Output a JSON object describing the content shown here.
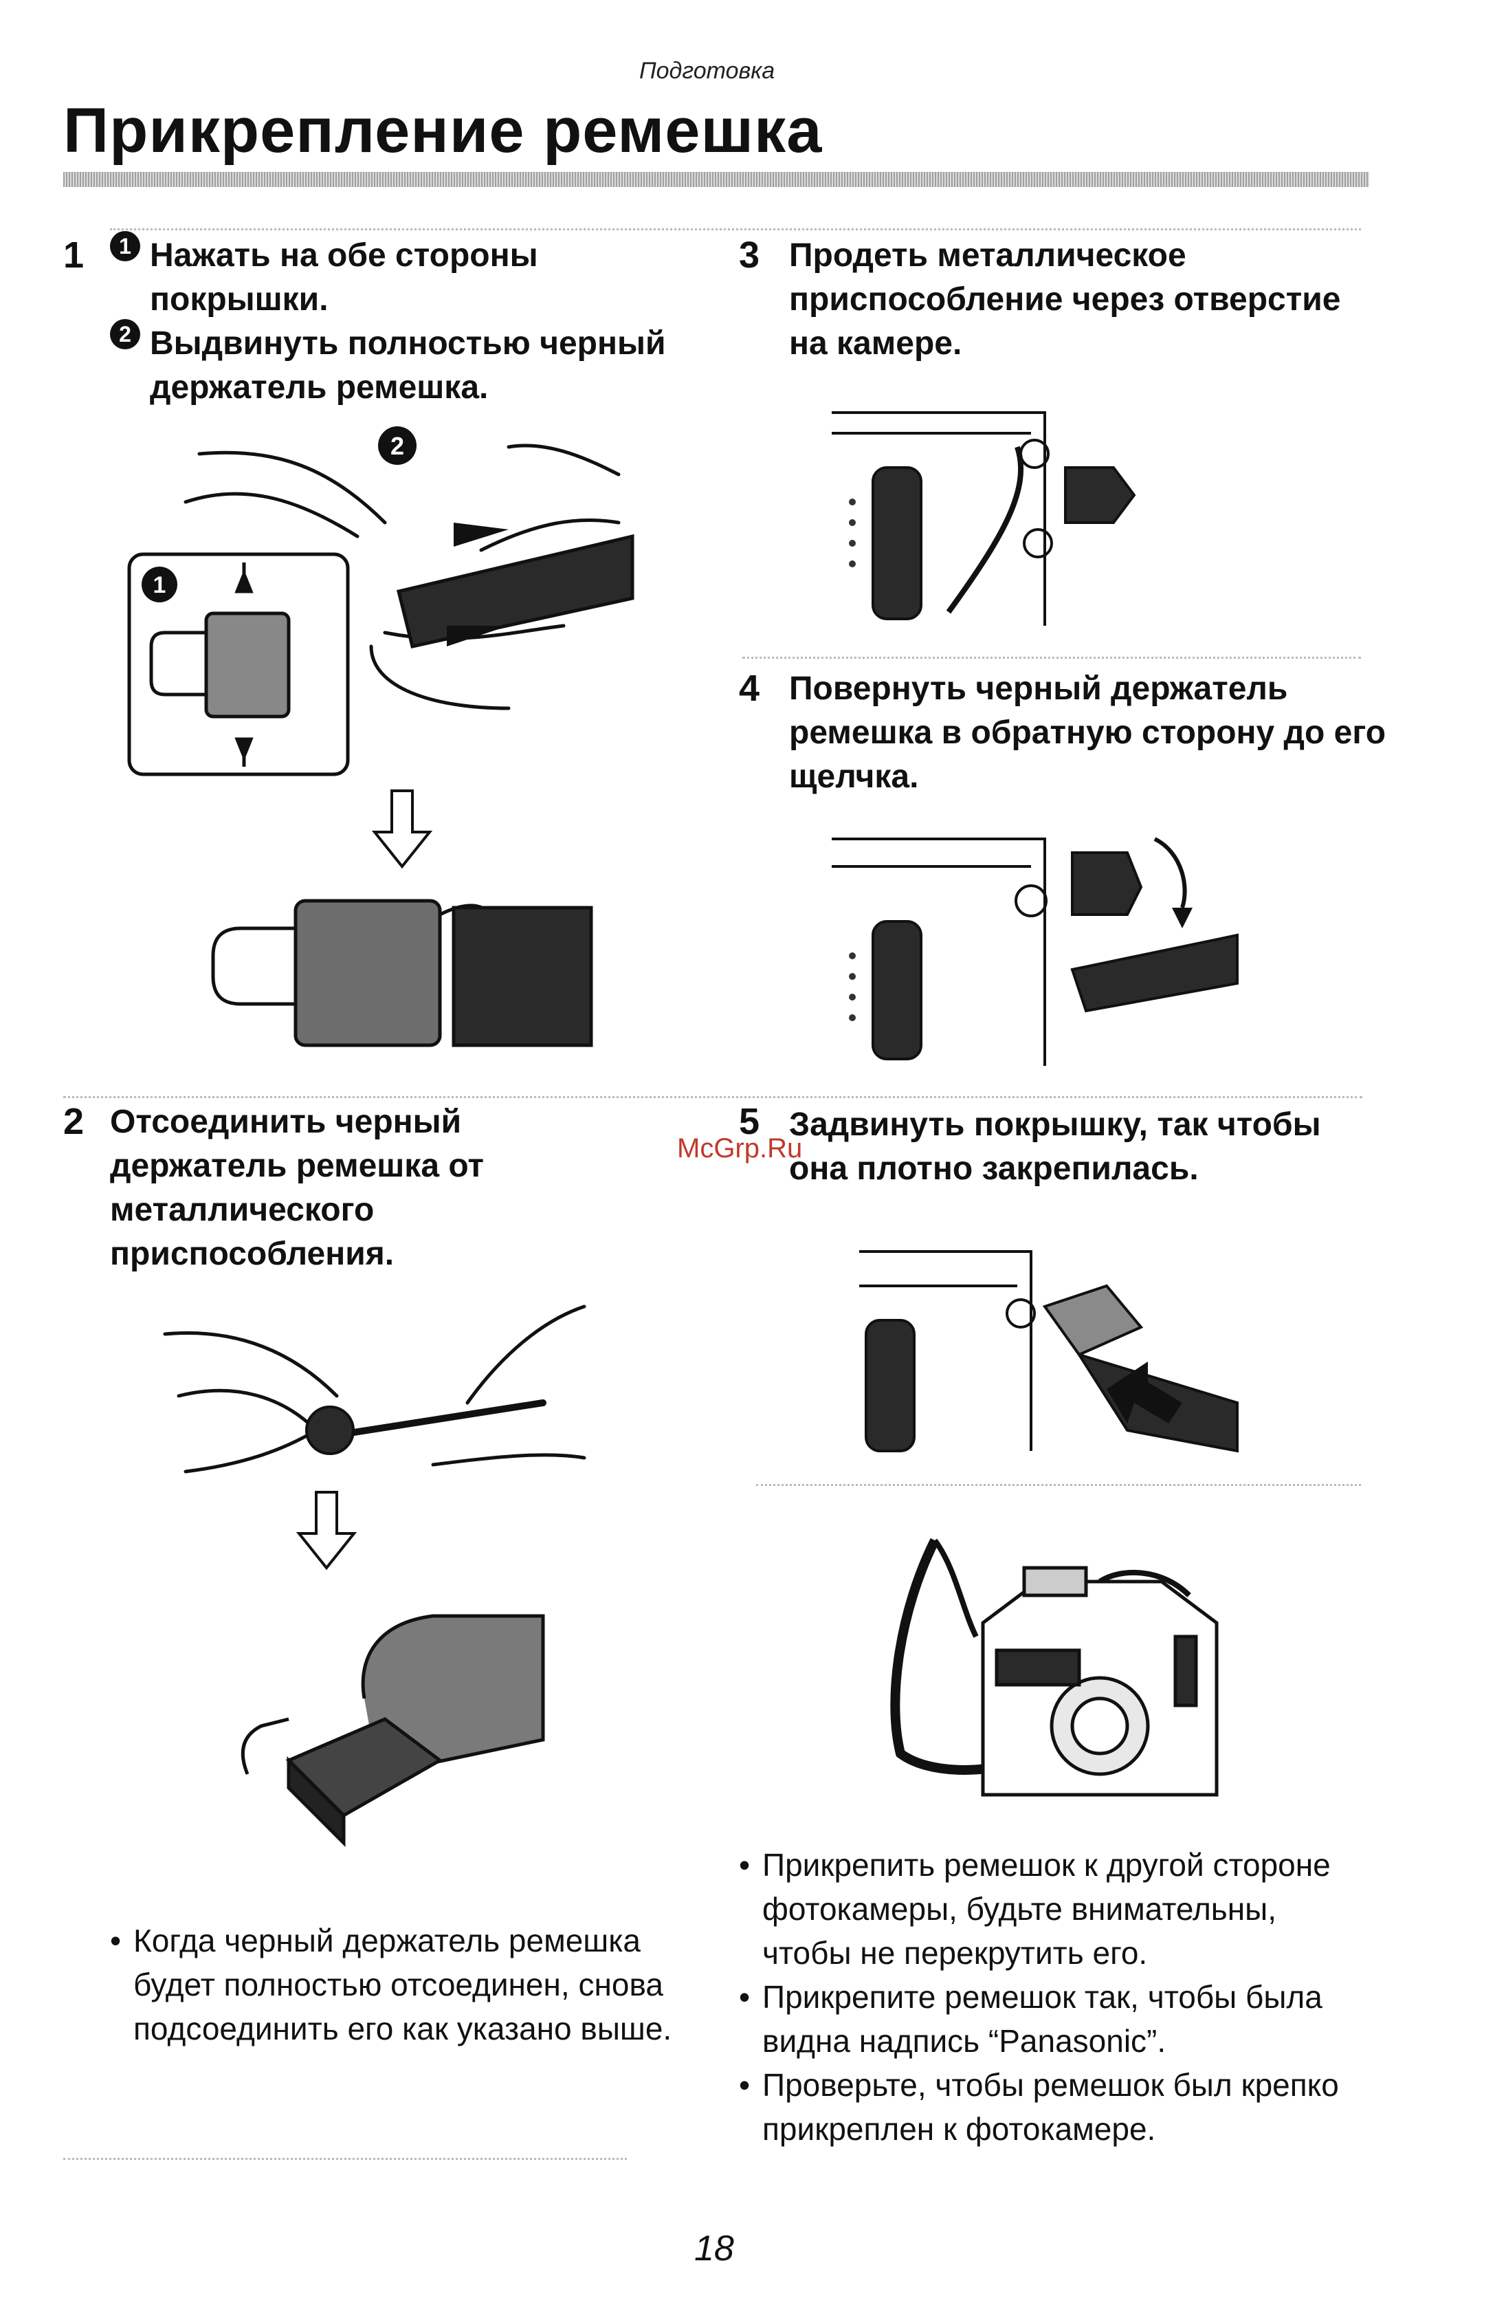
{
  "header": {
    "section": "Подготовка",
    "title": "Прикрепление ремешка"
  },
  "steps": [
    {
      "num": "1",
      "substeps": [
        {
          "marker": "1",
          "text": "Нажать на обе стороны покрышки."
        },
        {
          "marker": "2",
          "text": "Выдвинуть полностью черный держатель ремешка."
        }
      ]
    },
    {
      "num": "2",
      "text": "Отсоединить черный держатель ремешка от металлического приспособления."
    },
    {
      "num": "3",
      "text": "Продеть металлическое приспособление через отверстие на камере."
    },
    {
      "num": "4",
      "text": "Повернуть черный держатель ремешка в обратную сторону до его щелчка."
    },
    {
      "num": "5",
      "text": "Задвинуть покрышку, так чтобы она плотно закрепилась."
    }
  ],
  "figure1": {
    "markers": [
      "1",
      "2"
    ]
  },
  "notes_left": [
    "Когда черный держатель ремешка будет полностью отсоединен, снова подсоединить его как указано выше."
  ],
  "notes_right": [
    "Прикрепить ремешок к другой стороне фотокамеры, будьте внимательны, чтобы не перекрутить его.",
    "Прикрепите ремешок так, чтобы была видна надпись “Panasonic”.",
    "Проверьте, чтобы ремешок был крепко прикреплен к фотокамере."
  ],
  "watermark": "McGrp.Ru",
  "page_number": "18"
}
